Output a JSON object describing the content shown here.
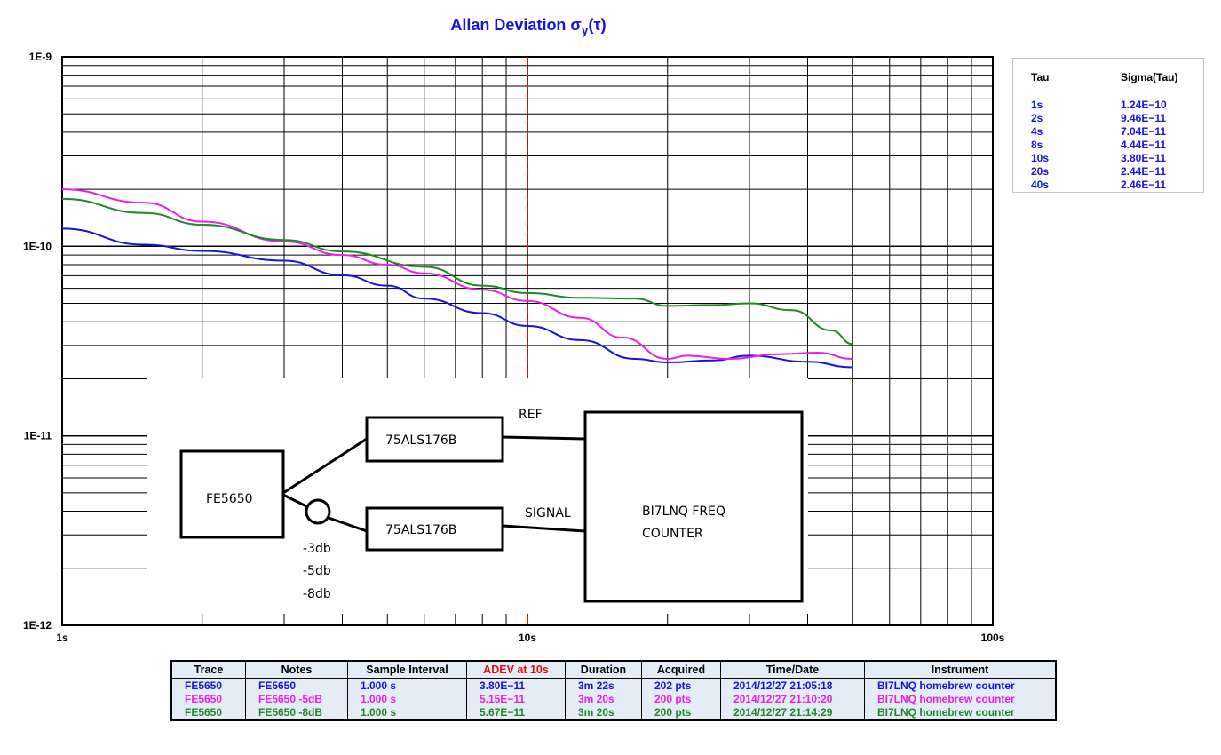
{
  "chart_data": {
    "type": "line",
    "title_main": "Allan Deviation σ",
    "title_sub": "y",
    "title_tail": "(τ)",
    "x_scale": "log",
    "y_scale": "log",
    "xlim": [
      1,
      100
    ],
    "ylim": [
      1e-12,
      1e-09
    ],
    "x_tick_labels": [
      "1s",
      "10s",
      "100s"
    ],
    "y_tick_labels": [
      "1E-9",
      "1E-10",
      "1E-11",
      "1E-12"
    ],
    "grid": true,
    "marker_line": {
      "x": 10,
      "color": "#e01010",
      "style": "dashed"
    },
    "series": [
      {
        "color": "#1515e0",
        "points": [
          [
            1,
            1.24e-10
          ],
          [
            1.5,
            1.02e-10
          ],
          [
            2,
            9.46e-11
          ],
          [
            3,
            8.4e-11
          ],
          [
            4,
            7.04e-11
          ],
          [
            5,
            6.2e-11
          ],
          [
            6,
            5.3e-11
          ],
          [
            8,
            4.44e-11
          ],
          [
            10,
            3.8e-11
          ],
          [
            13,
            3.2e-11
          ],
          [
            17,
            2.55e-11
          ],
          [
            20,
            2.44e-11
          ],
          [
            25,
            2.5e-11
          ],
          [
            30,
            2.65e-11
          ],
          [
            40,
            2.46e-11
          ],
          [
            50,
            2.3e-11
          ]
        ]
      },
      {
        "color": "#e820e8",
        "points": [
          [
            1,
            2e-10
          ],
          [
            1.5,
            1.7e-10
          ],
          [
            2,
            1.35e-10
          ],
          [
            3,
            1.06e-10
          ],
          [
            4,
            9e-11
          ],
          [
            5,
            8e-11
          ],
          [
            6,
            7.2e-11
          ],
          [
            8,
            5.9e-11
          ],
          [
            10,
            5.15e-11
          ],
          [
            13,
            4.2e-11
          ],
          [
            16,
            3.3e-11
          ],
          [
            20,
            2.55e-11
          ],
          [
            22,
            2.65e-11
          ],
          [
            27,
            2.55e-11
          ],
          [
            35,
            2.7e-11
          ],
          [
            42,
            2.75e-11
          ],
          [
            50,
            2.55e-11
          ]
        ]
      },
      {
        "color": "#20882a",
        "points": [
          [
            1,
            1.78e-10
          ],
          [
            1.5,
            1.5e-10
          ],
          [
            2,
            1.3e-10
          ],
          [
            3,
            1.08e-10
          ],
          [
            4,
            9.4e-11
          ],
          [
            6,
            7.8e-11
          ],
          [
            8,
            6.2e-11
          ],
          [
            10,
            5.67e-11
          ],
          [
            13,
            5.35e-11
          ],
          [
            17,
            5.3e-11
          ],
          [
            20,
            4.85e-11
          ],
          [
            25,
            4.9e-11
          ],
          [
            30,
            5e-11
          ],
          [
            37,
            4.6e-11
          ],
          [
            45,
            3.6e-11
          ],
          [
            50,
            3.05e-11
          ]
        ]
      }
    ]
  },
  "tau_table": {
    "headers": [
      "Tau",
      "Sigma(Tau)"
    ],
    "rows": [
      [
        "1s",
        "1.24E−10"
      ],
      [
        "2s",
        "9.46E−11"
      ],
      [
        "4s",
        "7.04E−11"
      ],
      [
        "8s",
        "4.44E−11"
      ],
      [
        "10s",
        "3.80E−11"
      ],
      [
        "20s",
        "2.44E−11"
      ],
      [
        "40s",
        "2.46E−11"
      ]
    ]
  },
  "diagram": {
    "source": "FE5650",
    "buffer_top": "75ALS176B",
    "buffer_bottom": "75ALS176B",
    "ref_label": "REF",
    "signal_label": "SIGNAL",
    "counter_line1": "BI7LNQ FREQ",
    "counter_line2": "COUNTER",
    "atten_1": "-3db",
    "atten_2": "-5db",
    "atten_3": "-8db"
  },
  "legend_table": {
    "headers": [
      "Trace",
      "Notes",
      "Sample Interval",
      "ADEV at 10s",
      "Duration",
      "Acquired",
      "Time/Date",
      "Instrument"
    ],
    "header_colors": [
      "#000000",
      "#000000",
      "#000000",
      "#e01010",
      "#000000",
      "#000000",
      "#000000",
      "#000000"
    ],
    "rows": [
      {
        "color": "#1515e0",
        "cells": [
          "FE5650",
          "FE5650",
          "1.000 s",
          "3.80E−11",
          "3m 22s",
          "202 pts",
          "2014/12/27 21:05:18",
          "BI7LNQ homebrew counter"
        ]
      },
      {
        "color": "#e820e8",
        "cells": [
          "FE5650",
          "FE5650 -5dB",
          "1.000 s",
          "5.15E−11",
          "3m 20s",
          "200 pts",
          "2014/12/27 21:10:20",
          "BI7LNQ homebrew counter"
        ]
      },
      {
        "color": "#20882a",
        "cells": [
          "FE5650",
          "FE5650 -8dB",
          "1.000 s",
          "5.67E−11",
          "3m 20s",
          "200 pts",
          "2014/12/27 21:14:29",
          "BI7LNQ homebrew counter"
        ]
      }
    ]
  }
}
